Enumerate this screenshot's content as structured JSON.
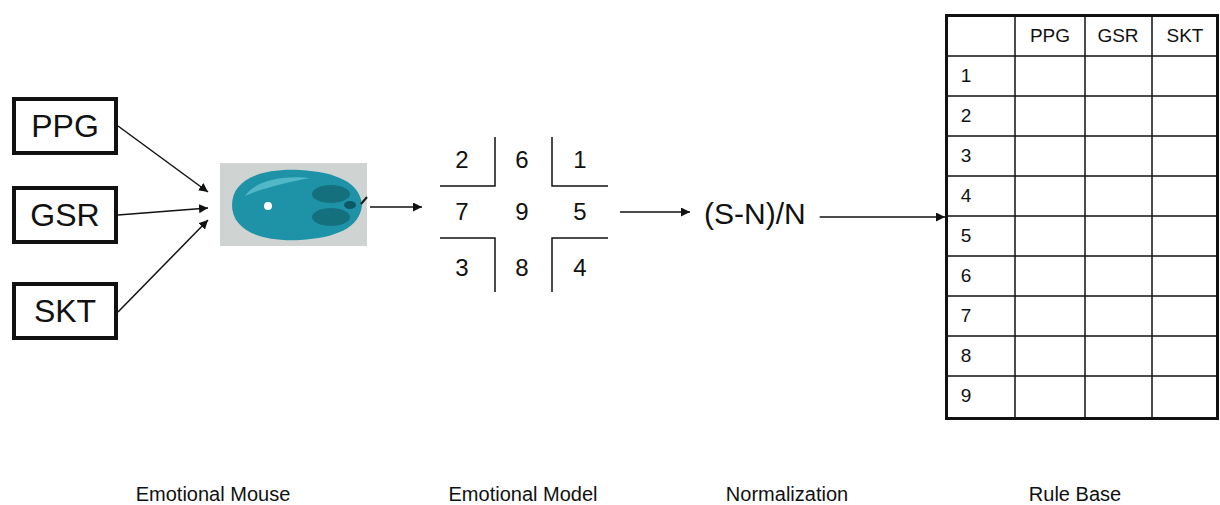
{
  "diagram": {
    "nodes": [
      {
        "text": [
          "PPG"
        ]
      },
      {
        "text": [
          "GSR"
        ]
      },
      {
        "text": [
          "SKT"
        ]
      },
      {
        "text": [
          "Emotional Mouse"
        ]
      },
      {
        "text": [
          "Emotional Model"
        ]
      },
      {
        "text": [
          "(S-N)/N",
          "Normalization"
        ]
      },
      {
        "text": [
          "Rule Base"
        ]
      }
    ],
    "edges": [
      {
        "from": 0,
        "to": 3,
        "arrow": "to"
      },
      {
        "from": 1,
        "to": 3,
        "arrow": "to"
      },
      {
        "from": 2,
        "to": 3,
        "arrow": "to"
      },
      {
        "from": 3,
        "to": 4,
        "arrow": "to"
      },
      {
        "from": 4,
        "to": 5,
        "arrow": "to"
      },
      {
        "from": 5,
        "to": 6,
        "arrow": "to"
      }
    ],
    "labels": [
      "2",
      "6",
      "1",
      "7",
      "9",
      "5",
      "3",
      "8",
      "4",
      "PPG",
      "GSR",
      "SKT",
      "1",
      "2",
      "3",
      "4",
      "5",
      "6",
      "7",
      "8",
      "9"
    ]
  }
}
